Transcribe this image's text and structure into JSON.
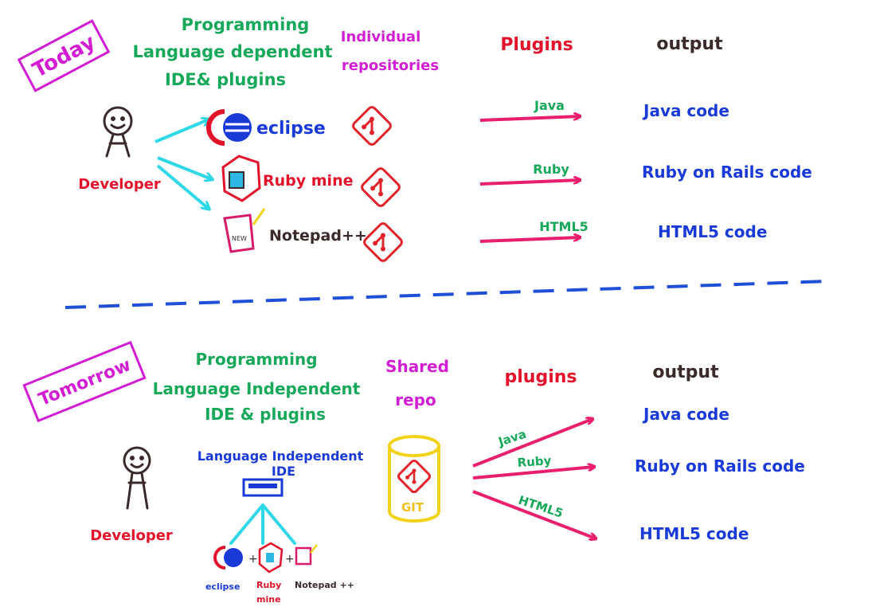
{
  "colors": {
    "green": "#17a85a",
    "magenta": "#d21ed2",
    "red": "#e3122b",
    "blue": "#1a3ad8",
    "dark": "#3a2a2a",
    "pink_arrow": "#e81f6e",
    "cyan": "#2fd8e6",
    "dash": "#1f4fd6",
    "git_red": "#e0242b",
    "yellow": "#f2d21a"
  },
  "today": {
    "tag": "Today",
    "ide_heading": [
      "Programming",
      "Language dependent",
      "IDE& plugins"
    ],
    "repo_heading": [
      "Individual",
      "repositories"
    ],
    "plugins_heading": "Plugins",
    "output_heading": "output",
    "developer": "Developer",
    "ides": [
      "eclipse",
      "Ruby mine",
      "Notepad++"
    ],
    "notepad_icon_text": "NEW",
    "plugin_labels": [
      "Java",
      "Ruby",
      "HTML5"
    ],
    "outputs": [
      "Java code",
      "Ruby on Rails code",
      "HTML5 code"
    ],
    "icons": [
      "eclipse-icon",
      "rubymine-icon",
      "notepad-icon",
      "git-icon"
    ]
  },
  "tomorrow": {
    "tag": "Tomorrow",
    "ide_heading": [
      "Programming",
      "Language Independent",
      "IDE & plugins"
    ],
    "repo_heading": [
      "Shared",
      "repo"
    ],
    "plugins_heading": "plugins",
    "output_heading": "output",
    "developer": "Developer",
    "ide_label": [
      "Language Independent",
      "IDE"
    ],
    "repo_label": "GIT",
    "bottom_labels": [
      "eclipse",
      "Ruby",
      "mine",
      "Notepad ++"
    ],
    "plugin_labels": [
      "Java",
      "Ruby",
      "HTML5"
    ],
    "outputs": [
      "Java code",
      "Ruby on Rails code",
      "HTML5 code"
    ],
    "icons": [
      "eclipse-icon",
      "rubymine-icon",
      "notepad-icon",
      "git-cylinder-icon"
    ]
  }
}
